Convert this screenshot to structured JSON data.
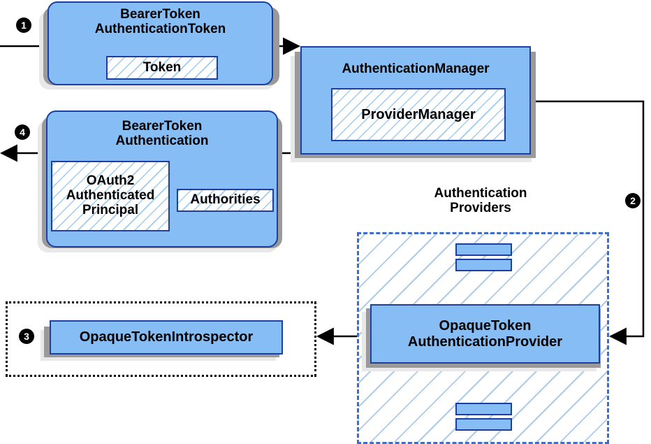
{
  "diagram": {
    "title": "Spring Security Opaque Token Authentication Flow",
    "colors": {
      "node_fill": "#86bdf5",
      "node_border": "#1d3fa0",
      "hatch_line": "#9ecbf2",
      "region_border": "#3f6fc4",
      "shadow_dark": "#9a9a9a",
      "shadow_light": "#e8e8e8",
      "connector": "#000000",
      "badge_fill": "#000000",
      "badge_text": "#ffffff"
    }
  },
  "nodes": {
    "bearer_token_authentication_token": {
      "title": "BearerToken\nAuthenticationToken",
      "inner": {
        "token": "Token"
      }
    },
    "authentication_manager": {
      "title": "AuthenticationManager",
      "inner": {
        "provider_manager": "ProviderManager"
      }
    },
    "bearer_token_authentication": {
      "title": "BearerToken\nAuthentication",
      "inner": {
        "principal": "OAuth2\nAuthenticated\nPrincipal",
        "authorities": "Authorities"
      }
    },
    "opaque_token_authentication_provider": {
      "title": "OpaqueToken\nAuthenticationProvider"
    },
    "opaque_token_introspector": {
      "title": "OpaqueTokenIntrospector"
    }
  },
  "groups": {
    "authentication_providers": {
      "caption": "Authentication\nProviders"
    },
    "introspector_group": {
      "caption": ""
    }
  },
  "steps": [
    {
      "id": "step-1",
      "label": "❶",
      "number": "1"
    },
    {
      "id": "step-2",
      "label": "❷",
      "number": "2"
    },
    {
      "id": "step-3",
      "label": "❸",
      "number": "3"
    },
    {
      "id": "step-4",
      "label": "❹",
      "number": "4"
    }
  ]
}
